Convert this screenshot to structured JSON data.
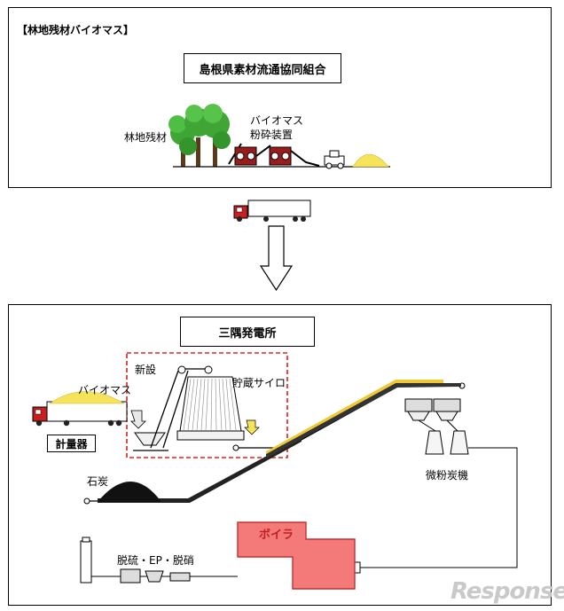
{
  "top_panel": {
    "title": "【林地残材バイオマス】",
    "org_box": "島根県素材流通協同組合",
    "forest_label": "林地残材",
    "crusher_label_1": "バイオマス",
    "crusher_label_2": "粉砕装置"
  },
  "bottom_panel": {
    "plant_box": "三隅発電所",
    "new_label": "新設",
    "silo_label": "貯蔵サイロ",
    "truck_label": "バイオマス",
    "scale_box": "計量器",
    "coal_label": "石炭",
    "pulverizer_label": "微粉炭機",
    "boiler_label": "ボイラ",
    "treatment_label": "脱硫・EP・脱硝"
  },
  "watermark": "Response",
  "colors": {
    "tree_green": "#3fa535",
    "crusher_red": "#9b1c1c",
    "biomass_yellow": "#f5e45a",
    "new_frame_red": "#e0201b",
    "boiler_pink": "#f47a7a",
    "coal_black": "#111111"
  }
}
